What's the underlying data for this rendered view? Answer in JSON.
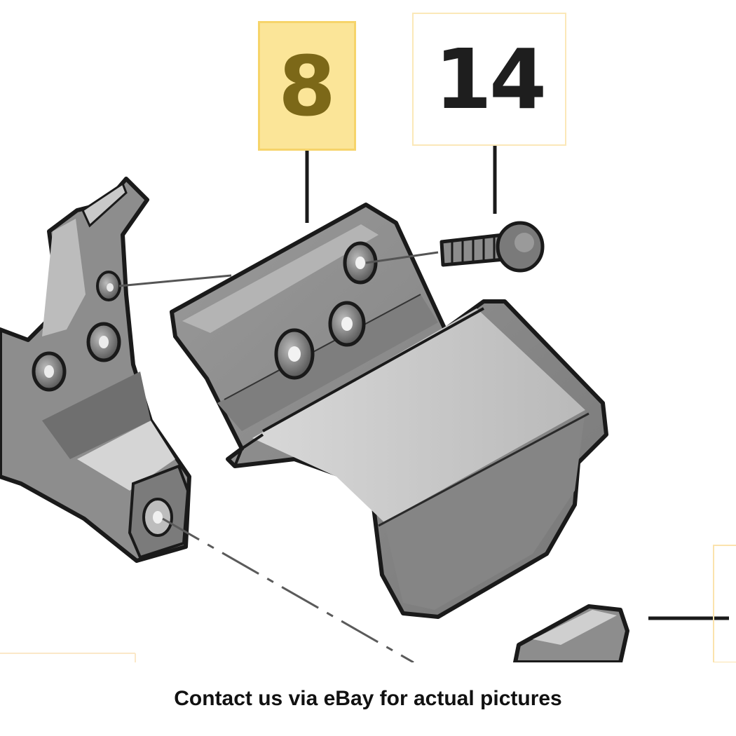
{
  "callouts": [
    {
      "number": "8",
      "highlighted": true
    },
    {
      "number": "14",
      "highlighted": false
    }
  ],
  "caption": "Contact us via eBay for actual pictures",
  "colors": {
    "highlight_fill": "#fbe598",
    "highlight_border": "#f6d46a",
    "highlight_text": "#7c6818",
    "callout_border": "#fbe8b8",
    "part_fill": "#8f8f8f",
    "part_outline": "#1a1a1a",
    "leader_line": "#1a1a1a"
  }
}
